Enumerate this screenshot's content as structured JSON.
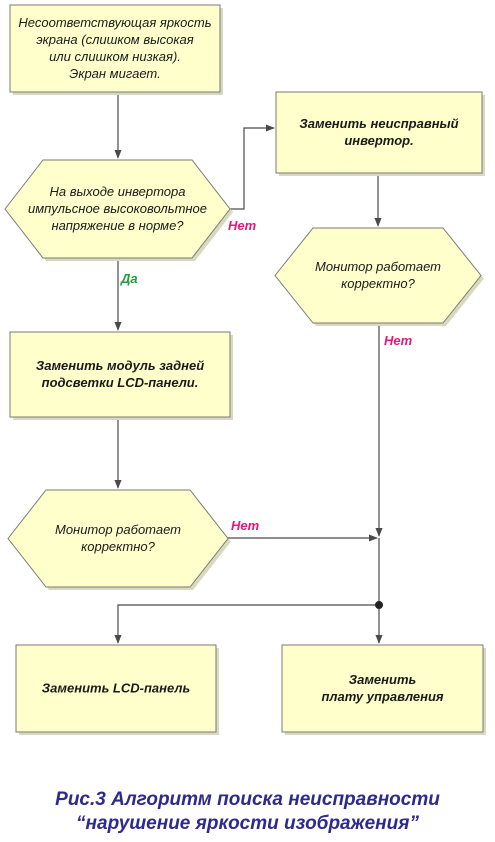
{
  "colors": {
    "node_fill": "#FFFFCC",
    "node_stroke": "#7A7A7A",
    "line": "#4A4A4A",
    "no_label": "#E0197D",
    "yes_label": "#1E9E3C",
    "caption": "#2E2A8C"
  },
  "nodes": [
    {
      "id": "start",
      "shape": "rect",
      "bold": false,
      "lines": [
        "Несоответствующая яркость",
        "экрана (слишком высокая",
        "или слишком низкая).",
        "Экран мигает."
      ]
    },
    {
      "id": "check_inverter",
      "shape": "hexagon",
      "bold": false,
      "lines": [
        "На выходе инвертора",
        "импульсное высоковольтное",
        "напряжение в норме?"
      ]
    },
    {
      "id": "replace_inverter",
      "shape": "rect",
      "bold": true,
      "lines": [
        "Заменить неисправный",
        "инвертор."
      ]
    },
    {
      "id": "check_monitor_right",
      "shape": "hexagon",
      "bold": false,
      "lines": [
        "Монитор работает",
        "корректно?"
      ]
    },
    {
      "id": "replace_backlight",
      "shape": "rect",
      "bold": true,
      "lines": [
        "Заменить модуль задней",
        "подсветки LCD-панели."
      ]
    },
    {
      "id": "check_monitor_left",
      "shape": "hexagon",
      "bold": false,
      "lines": [
        "Монитор работает",
        "корректно?"
      ]
    },
    {
      "id": "replace_lcd",
      "shape": "rect",
      "bold": true,
      "lines": [
        "Заменить LCD-панель"
      ]
    },
    {
      "id": "replace_board",
      "shape": "rect",
      "bold": true,
      "lines": [
        "Заменить",
        "плату управления"
      ]
    }
  ],
  "edge_labels": {
    "no_1": "Нет",
    "yes_1": "Да",
    "no_2": "Нет",
    "no_3": "Нет"
  },
  "caption": {
    "line1": "Рис.3 Алгоритм поиска неисправности",
    "line2": "“нарушение яркости изображения”"
  }
}
